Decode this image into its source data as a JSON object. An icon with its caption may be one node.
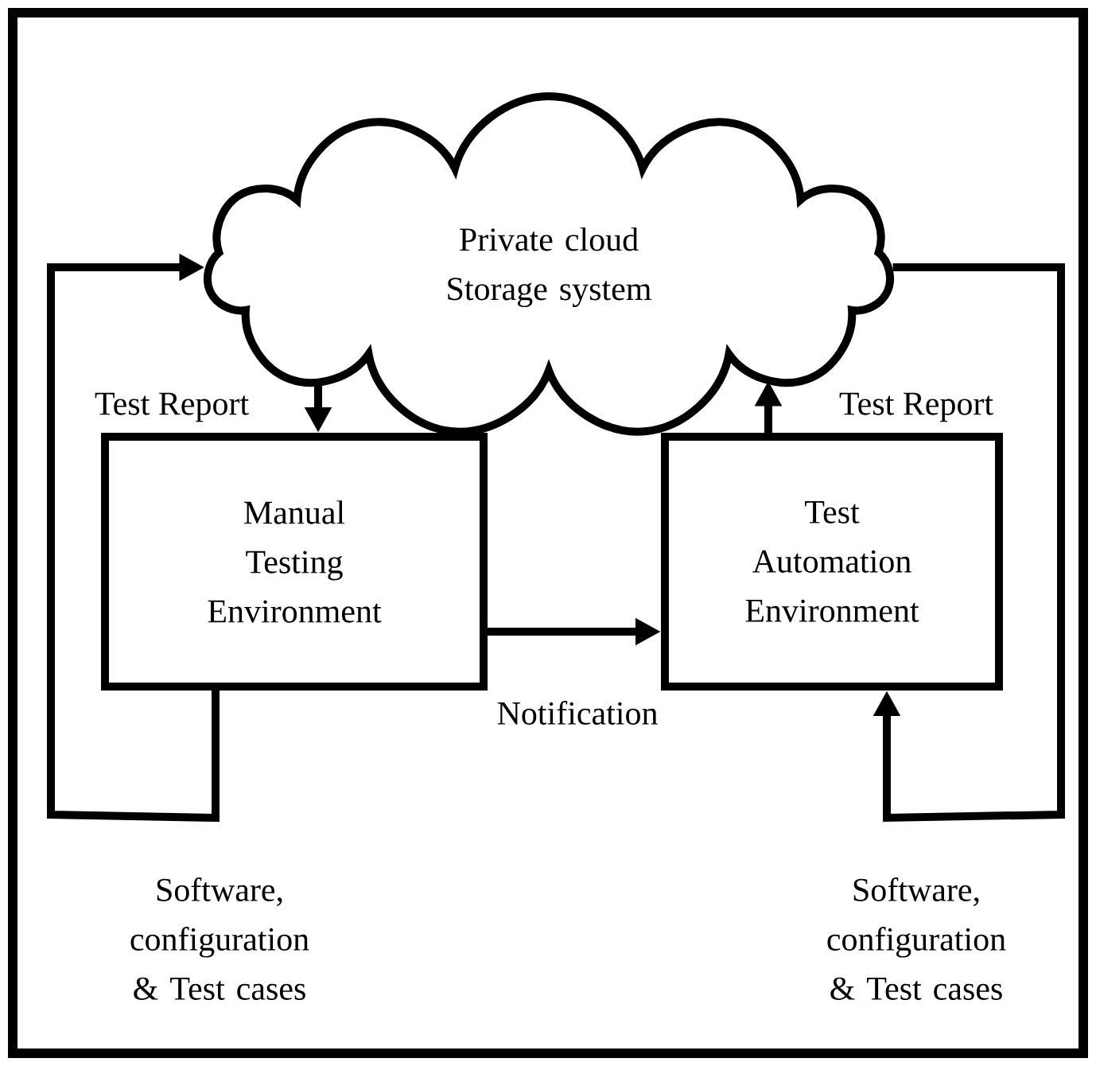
{
  "diagram": {
    "nodes": [
      {
        "text": [
          "Private cloud Storage system"
        ]
      },
      {
        "text": [
          "Manual Testing Environment"
        ]
      },
      {
        "text": [
          "Test Automation Environment"
        ]
      }
    ],
    "edges": [
      {
        "from": 0,
        "to": 1,
        "arrow": "to",
        "label": "Test Report"
      },
      {
        "from": 1,
        "to": 2,
        "arrow": "to",
        "label": "Notification"
      },
      {
        "from": 2,
        "to": 0,
        "arrow": "to",
        "label": "Test Report"
      },
      {
        "from": 1,
        "to": 0,
        "arrow": "to"
      },
      {
        "from": 0,
        "to": 2,
        "arrow": "to"
      }
    ],
    "labels": [
      "Software, configuration & Test cases",
      "Software, configuration & Test cases"
    ]
  }
}
